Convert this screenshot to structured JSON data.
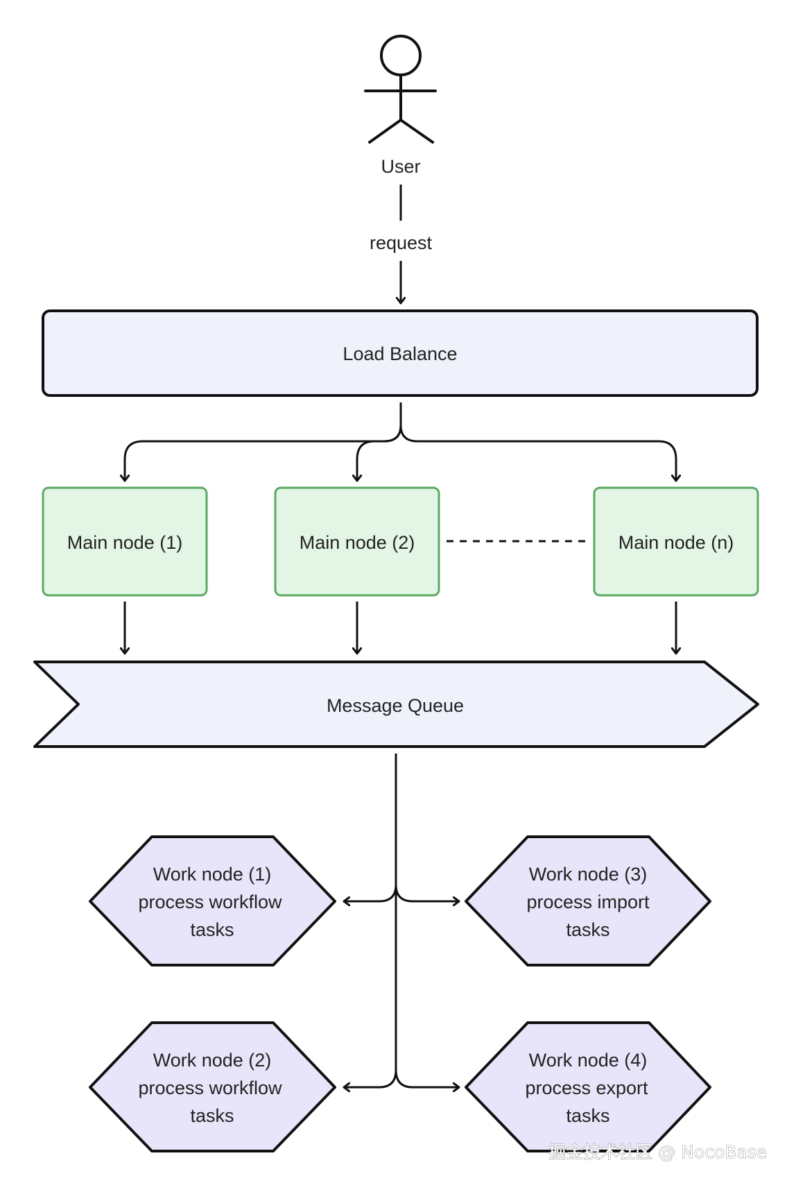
{
  "actor": {
    "label": "User"
  },
  "edge_user_to_lb": {
    "label": "request"
  },
  "load_balancer": {
    "label": "Load Balance"
  },
  "main_nodes": [
    {
      "label": "Main node (1)"
    },
    {
      "label": "Main node (2)"
    },
    {
      "label": "Main node (n)"
    }
  ],
  "message_queue": {
    "label": "Message Queue"
  },
  "work_nodes": [
    {
      "lines": [
        "Work node (1)",
        "process workflow",
        "tasks"
      ]
    },
    {
      "lines": [
        "Work node (3)",
        "process import",
        "tasks"
      ]
    },
    {
      "lines": [
        "Work node (2)",
        "process workflow",
        "tasks"
      ]
    },
    {
      "lines": [
        "Work node (4)",
        "process export",
        "tasks"
      ]
    }
  ],
  "watermark": {
    "text": "掘金技术社区 @ NocoBase"
  },
  "colors": {
    "line": "#111111",
    "load_balancer_fill": "#eff2fb",
    "main_node_fill": "#e3f5e4",
    "main_node_stroke": "#5aaa62",
    "message_queue_fill": "#eff2fb",
    "work_node_fill": "#e8e4f9"
  }
}
